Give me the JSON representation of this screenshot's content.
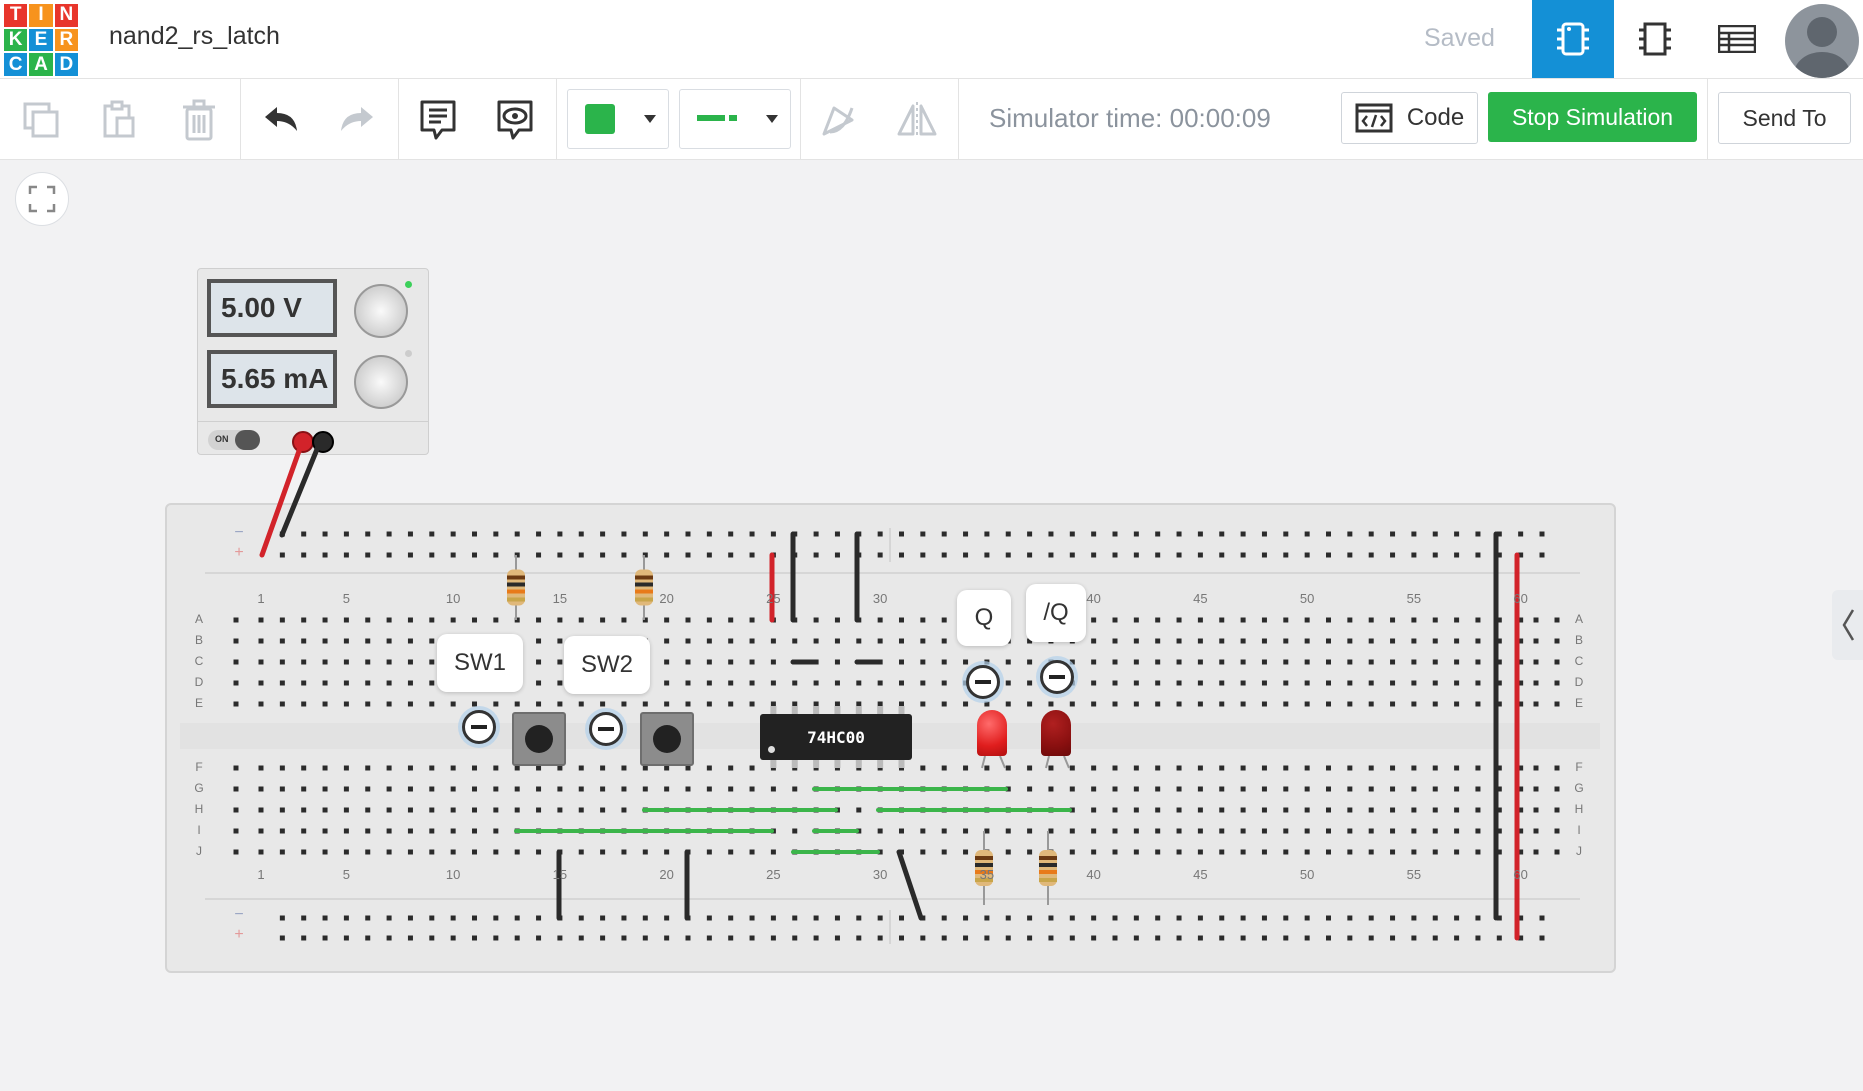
{
  "logo": {
    "letters": [
      "T",
      "I",
      "N",
      "K",
      "E",
      "R",
      "C",
      "A",
      "D"
    ],
    "colors": [
      "#e8352b",
      "#f7931d",
      "#e8352b",
      "#2bb44b",
      "#1490d6",
      "#f7931d",
      "#1490d6",
      "#2bb44b",
      "#1490d6"
    ]
  },
  "header": {
    "project_name": "nand2_rs_latch",
    "status": "Saved"
  },
  "toolbar": {
    "sim_time_label": "Simulator time: 00:00:09",
    "code_label": "Code",
    "stop_label": "Stop Simulation",
    "send_label": "Send To",
    "fill_color": "#2bb44b",
    "line_color": "#2bb44b"
  },
  "power_supply": {
    "voltage": "5.00 V",
    "current": "5.65 mA",
    "on_label": "ON"
  },
  "breadboard": {
    "column_numbers": [
      "1",
      "5",
      "10",
      "15",
      "20",
      "25",
      "30",
      "35",
      "40",
      "45",
      "50",
      "55",
      "60"
    ],
    "rows_top": [
      "A",
      "B",
      "C",
      "D",
      "E"
    ],
    "rows_bottom": [
      "F",
      "G",
      "H",
      "I",
      "J"
    ],
    "rail_minus": "−",
    "rail_plus": "+"
  },
  "components": {
    "sw1_label": "SW1",
    "sw2_label": "SW2",
    "q_label": "Q",
    "nq_label": "/Q",
    "chip_label": "74HC00"
  },
  "icons": [
    "copy-icon",
    "paste-icon",
    "delete-icon",
    "undo-icon",
    "redo-icon",
    "notes-icon",
    "visibility-icon",
    "rotate-icon",
    "mirror-icon",
    "fit-view-icon",
    "code-icon",
    "circuit-view-icon",
    "schematic-view-icon",
    "component-list-icon"
  ]
}
